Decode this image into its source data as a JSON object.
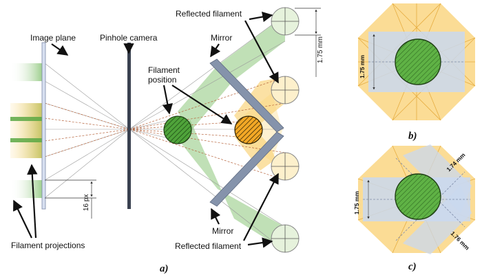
{
  "labels": {
    "image_plane": "Image plane",
    "pinhole_camera": "Pinhole camera",
    "mirror_top": "Mirror",
    "mirror_bottom": "Mirror",
    "reflected_top": "Reflected filament",
    "reflected_bottom": "Reflected filament",
    "filament_position_1": "Filament",
    "filament_position_2": "position",
    "filament_projections": "Filament projections",
    "dim_spacing": "1.75 mm",
    "dim_pixels": "16 px"
  },
  "panel_labels": {
    "a": "a)",
    "b": "b)",
    "c": "c)"
  },
  "panel_b": {
    "dim_left": "1.75 mm"
  },
  "panel_c": {
    "dim_left": "1.75 mm",
    "dim_top_right": "1.74 mm",
    "dim_bottom_right": "1.76 mm"
  },
  "colors": {
    "green": "#8dc67a",
    "green_dark": "#3e8a2c",
    "orange": "#f7b733",
    "orange_light": "#fde3a0",
    "blue_light": "#c9d8ef",
    "mirror": "#8593ab",
    "circle_fill": "#e6f2dc"
  }
}
